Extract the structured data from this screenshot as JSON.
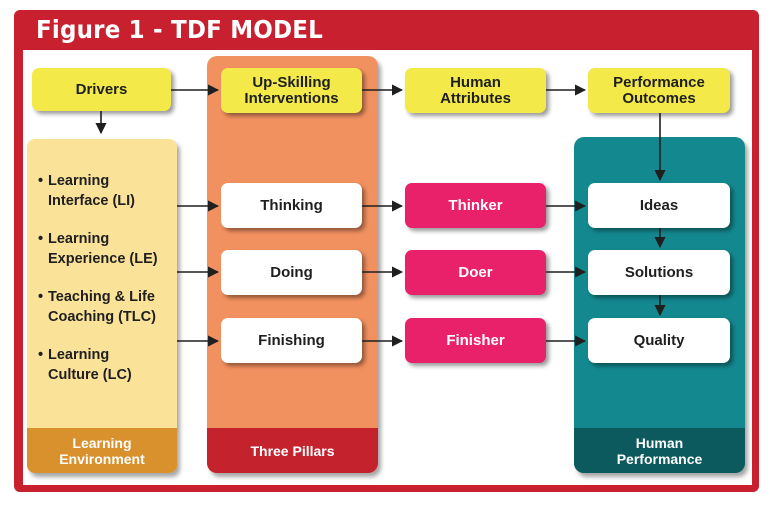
{
  "title": "Figure 1 - TDF MODEL",
  "columns": {
    "environment_label_1": "Learning",
    "environment_label_2": "Environment",
    "pillars_label": "Three Pillars",
    "human_label_1": "Human",
    "human_label_2": "Performance"
  },
  "top_row": {
    "drivers": "Drivers",
    "upskilling_1": "Up-Skilling",
    "upskilling_2": "Interventions",
    "attributes_1": "Human",
    "attributes_2": "Attributes",
    "outcomes_1": "Performance",
    "outcomes_2": "Outcomes"
  },
  "drivers_list": [
    {
      "line1": "Learning",
      "line2": "Interface (LI)"
    },
    {
      "line1": "Learning",
      "line2": "Experience (LE)"
    },
    {
      "line1": "Teaching & Life",
      "line2": "Coaching (TLC)"
    },
    {
      "line1": "Learning",
      "line2": "Culture (LC)"
    }
  ],
  "pillars": [
    "Thinking",
    "Doing",
    "Finishing"
  ],
  "attributes": [
    "Thinker",
    "Doer",
    "Finisher"
  ],
  "outcomes": [
    "Ideas",
    "Solutions",
    "Quality"
  ],
  "colors": {
    "frame": "#c8202f",
    "yellow": "#f3ea4a",
    "cream": "#fbe299",
    "orange": "#f29160",
    "teal": "#13898f",
    "pink": "#e8216a"
  }
}
